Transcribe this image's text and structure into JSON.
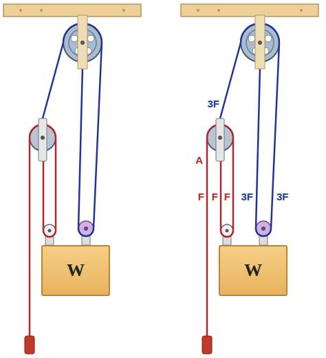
{
  "diagram": {
    "nodes": [
      {
        "text": [
          "W"
        ]
      },
      {
        "text": [
          "W"
        ]
      }
    ],
    "labels": [
      "3F",
      "A",
      "F",
      "F",
      "F",
      "3F",
      "3F"
    ]
  }
}
